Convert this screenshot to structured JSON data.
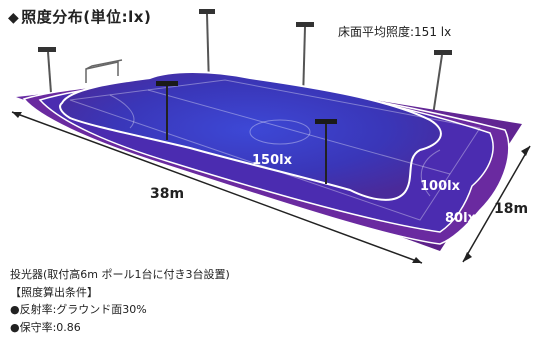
{
  "title": {
    "prefix": "◆",
    "text": "照度分布(単位:lx)"
  },
  "average": "床面平均照度:151 lx",
  "dimensions": {
    "length": "38m",
    "width": "18m"
  },
  "contours": [
    {
      "label": "150lx"
    },
    {
      "label": "100lx"
    },
    {
      "label": "80lx"
    }
  ],
  "notes": [
    "投光器(取付高6m ポール1台に付き3台設置)",
    "【照度算出条件】",
    "●反射率:グラウンド面30%",
    "●保守率:0.86"
  ],
  "colors": {
    "court_center": "#3a3ec8",
    "court_edge": "#5a2a9e",
    "outer_zone": "#7a2c9a",
    "contour_line": "#ffffff"
  }
}
